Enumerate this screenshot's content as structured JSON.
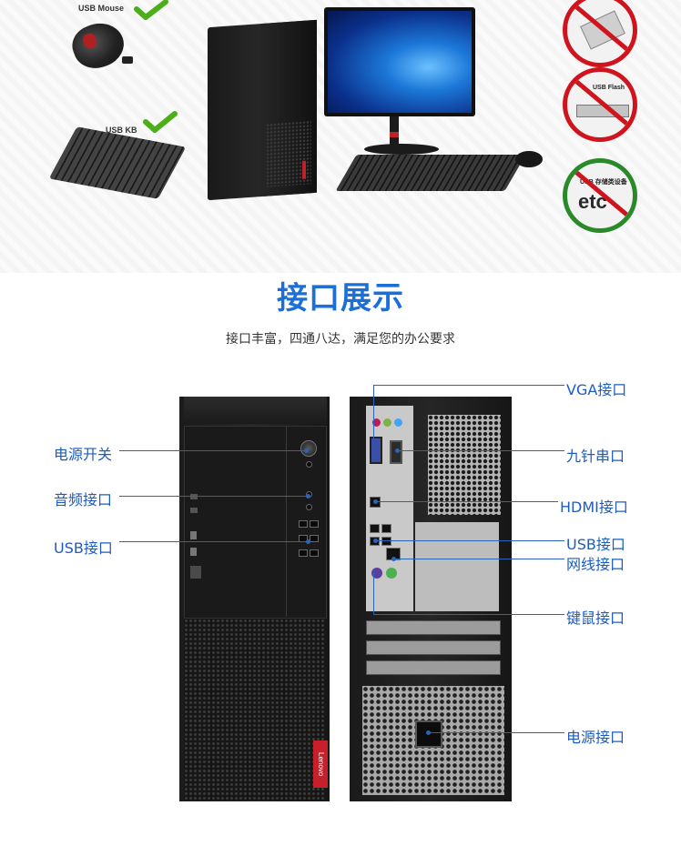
{
  "banner": {
    "mouse_label": "USB Mouse",
    "keyboard_label": "USB KB",
    "flash_label": "USB Flash",
    "storage_label": "USB 存储类设备",
    "etc_label": "etc",
    "brand_color": "#c8202a",
    "allowed_icon": "check-icon",
    "forbidden_icon": "prohibited-icon"
  },
  "section": {
    "title": "接口展示",
    "subtitle": "接口丰富，四通八达，满足您的办公要求"
  },
  "front_callouts": [
    {
      "label": "电源开关"
    },
    {
      "label": "音频接口"
    },
    {
      "label": "USB接口"
    }
  ],
  "rear_callouts": [
    {
      "label": "VGA接口"
    },
    {
      "label": "九针串口"
    },
    {
      "label": "HDMI接口"
    },
    {
      "label": "USB接口"
    },
    {
      "label": "网线接口"
    },
    {
      "label": "键鼠接口"
    },
    {
      "label": "电源接口"
    }
  ],
  "front_logo": "Lenovo",
  "accent_color": "#1a6fd8"
}
